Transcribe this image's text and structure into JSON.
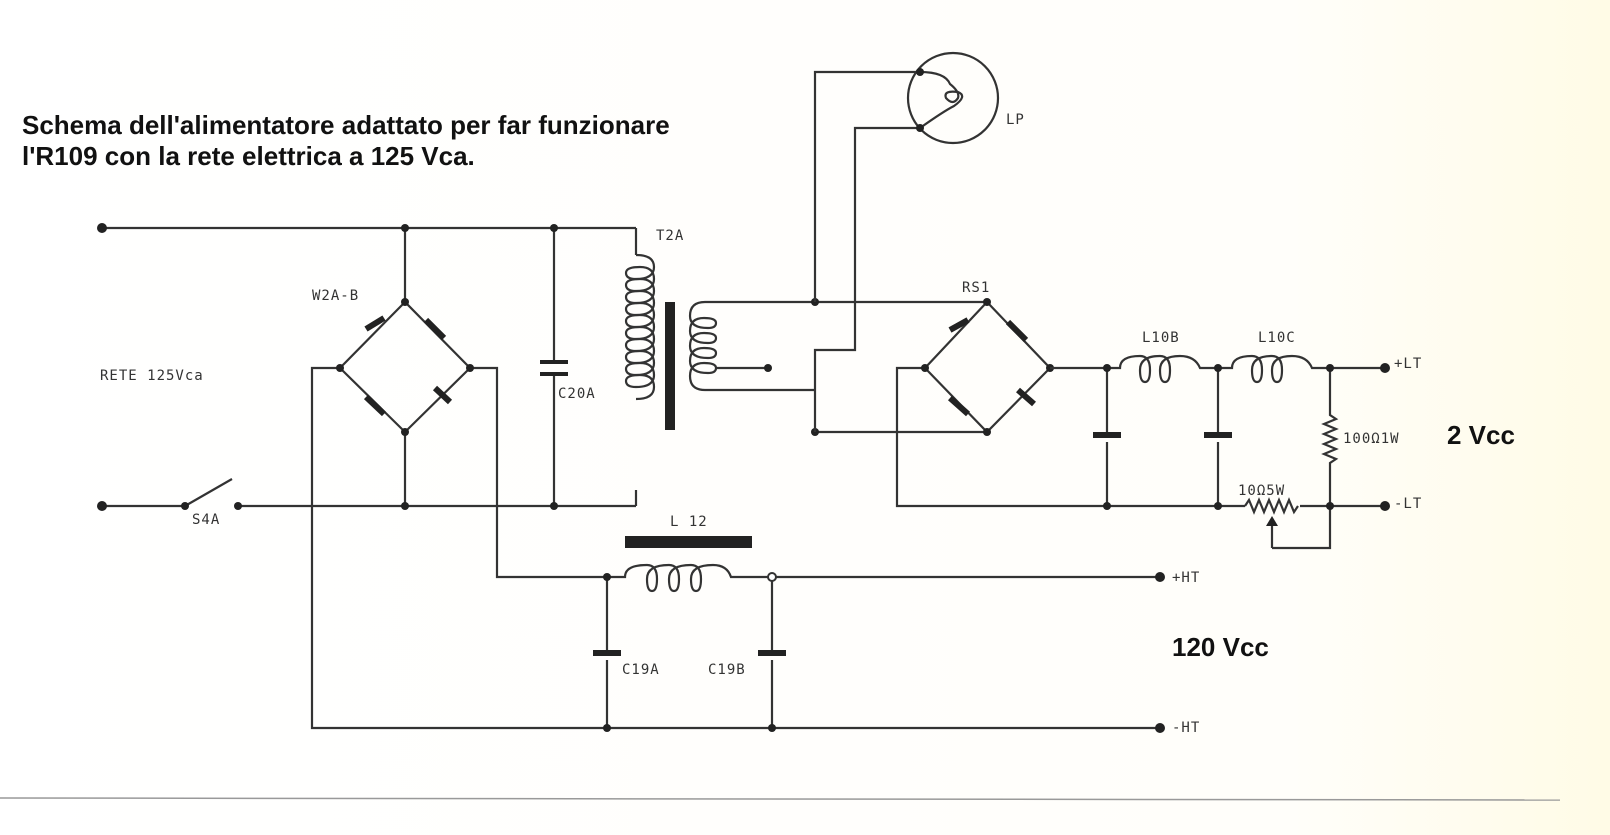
{
  "caption": {
    "line1": "Schema dell'alimentatore adattato per far funzionare",
    "line2": "l'R109 con la rete elettrica a 125 Vca."
  },
  "annotations": {
    "lt_voltage": "2 Vcc",
    "ht_voltage": "120 Vcc"
  },
  "labels": {
    "mains": "RETE 125Vca",
    "switch": "S4A",
    "bridge1": "W2A-B",
    "cap_c20a": "C20A",
    "transformer": "T2A",
    "lamp": "LP",
    "bridge2": "RS1",
    "inductor_l10b": "L10B",
    "inductor_l10c": "L10C",
    "resistor_100": "100Ω1W",
    "resistor_10": "10Ω5W",
    "plus_lt": "+LT",
    "minus_lt": "-LT",
    "inductor_l12": "L 12",
    "plus_ht": "+HT",
    "minus_ht": "-HT",
    "cap_c19a": "C19A",
    "cap_c19b": "C19B"
  }
}
